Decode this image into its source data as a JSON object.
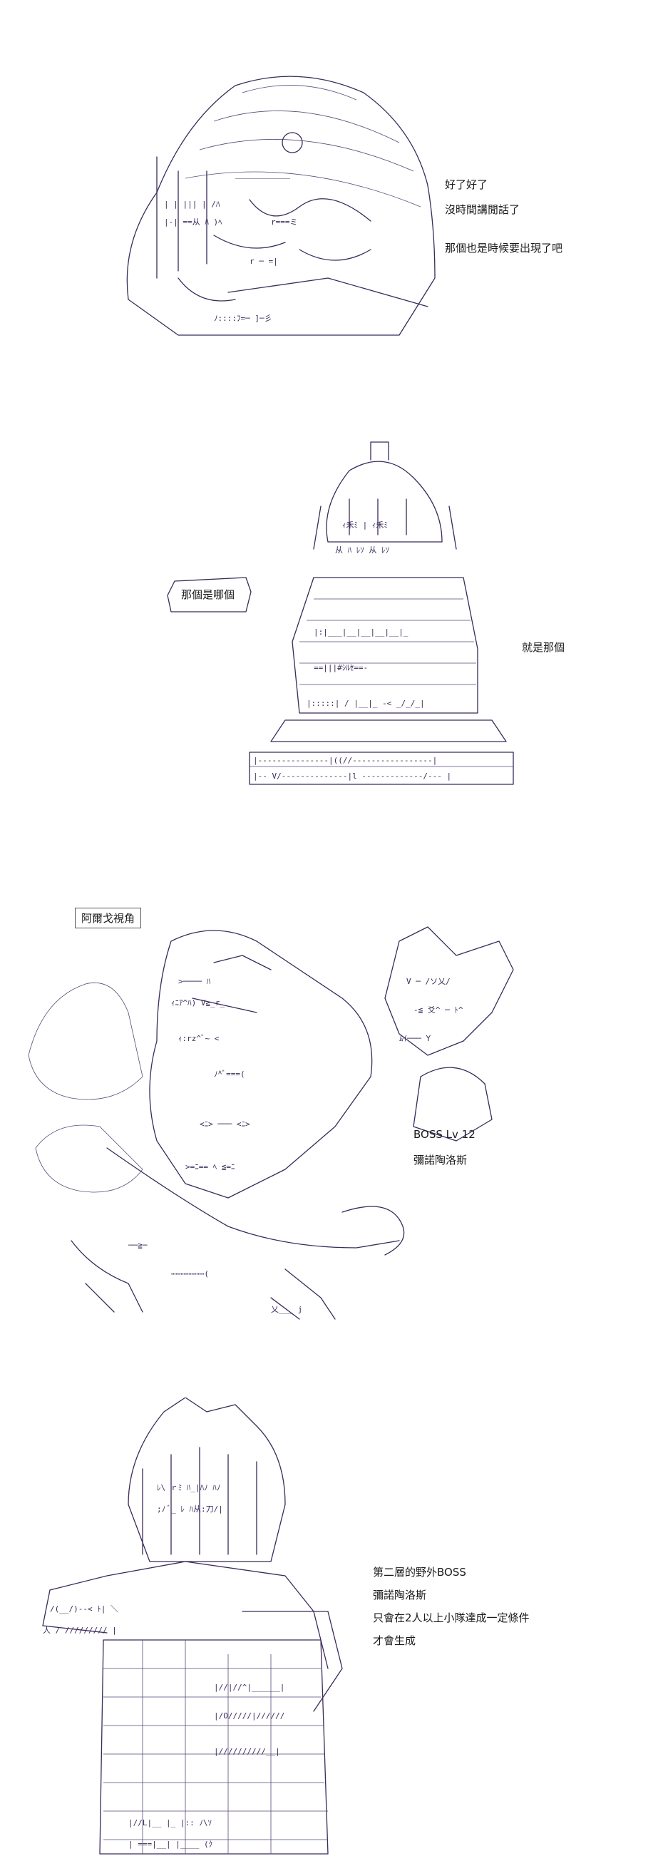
{
  "panel1": {
    "lines": [
      "好了好了",
      "沒時間講閒話了",
      "那個也是時候要出現了吧"
    ]
  },
  "panel2": {
    "bubble": "那個是哪個",
    "reply": "就是那個"
  },
  "panel3": {
    "tag": "阿爾戈視角",
    "boss_level": "BOSS  Lv 12",
    "boss_name": "彌諾陶洛斯"
  },
  "panel4": {
    "lines": [
      "第二層的野外BOSS",
      "彌諾陶洛斯",
      "只會在2人以上小隊達成一定條件",
      "才會生成"
    ]
  }
}
